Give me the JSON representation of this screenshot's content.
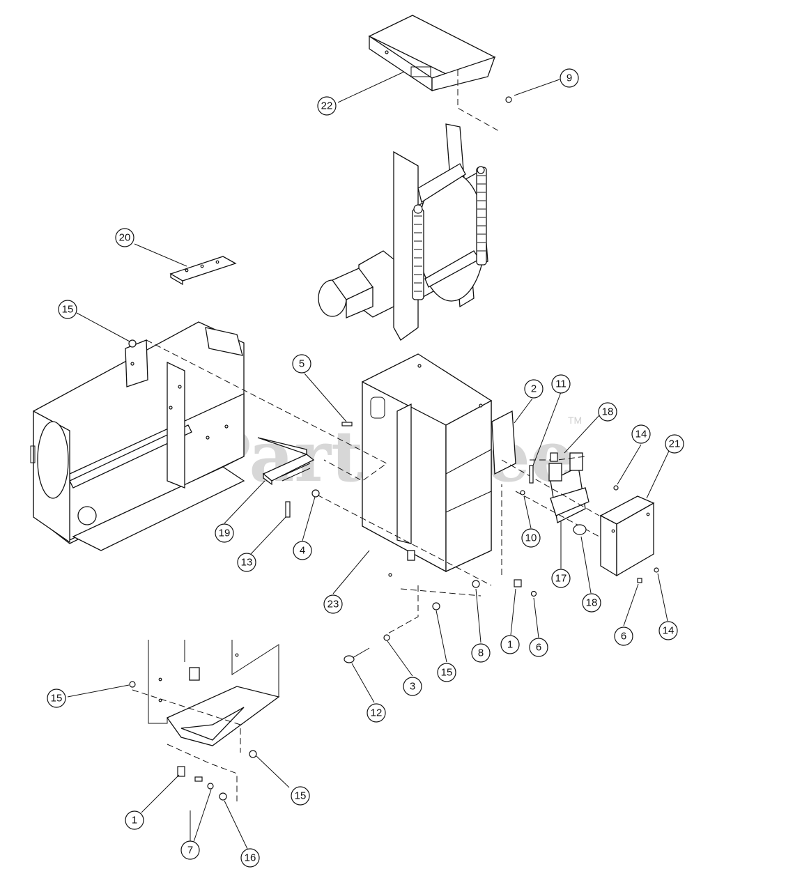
{
  "watermark": {
    "text": "PartsTree",
    "mark": "TM"
  },
  "callouts": [
    {
      "label": "1"
    },
    {
      "label": "1"
    },
    {
      "label": "2"
    },
    {
      "label": "3"
    },
    {
      "label": "4"
    },
    {
      "label": "5"
    },
    {
      "label": "6"
    },
    {
      "label": "6"
    },
    {
      "label": "7"
    },
    {
      "label": "8"
    },
    {
      "label": "9"
    },
    {
      "label": "10"
    },
    {
      "label": "11"
    },
    {
      "label": "12"
    },
    {
      "label": "13"
    },
    {
      "label": "14"
    },
    {
      "label": "14"
    },
    {
      "label": "15"
    },
    {
      "label": "15"
    },
    {
      "label": "15"
    },
    {
      "label": "15"
    },
    {
      "label": "16"
    },
    {
      "label": "17"
    },
    {
      "label": "18"
    },
    {
      "label": "18"
    },
    {
      "label": "19"
    },
    {
      "label": "20"
    },
    {
      "label": "21"
    },
    {
      "label": "22"
    },
    {
      "label": "23"
    }
  ]
}
